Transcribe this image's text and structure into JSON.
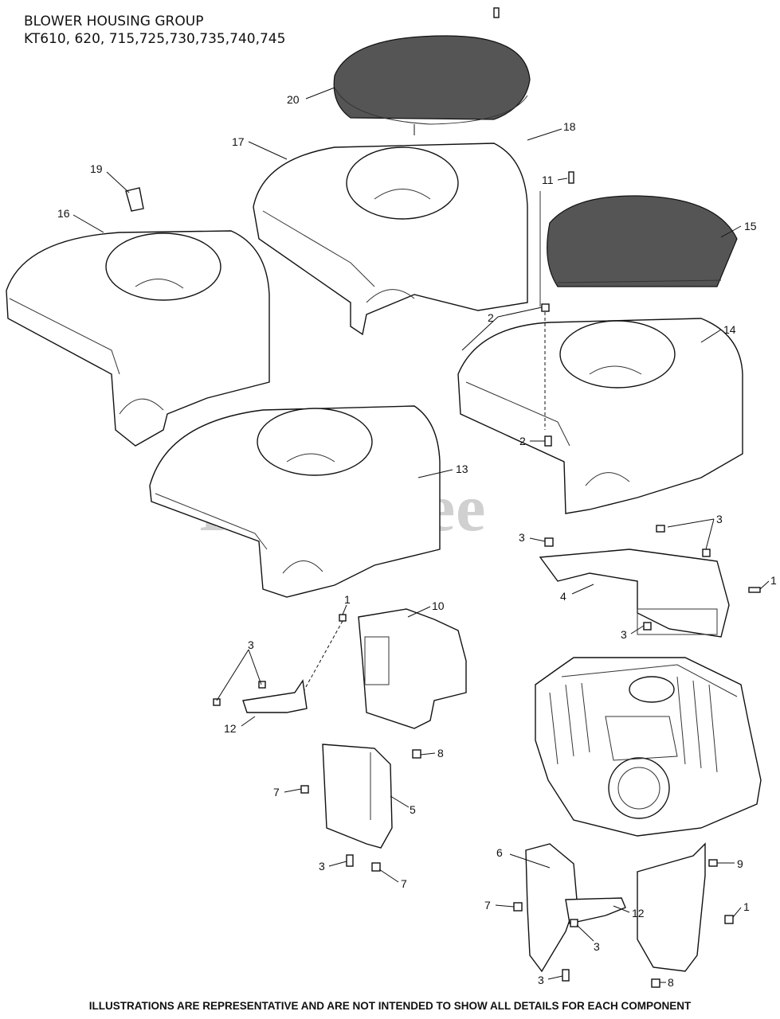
{
  "header": {
    "title": "BLOWER HOUSING GROUP",
    "models": "KT610, 620, 715,725,730,735,740,745"
  },
  "watermark": {
    "text": "PartsTree",
    "tm": "™"
  },
  "callouts": {
    "c20": "20",
    "c17": "17",
    "c18": "18",
    "c19": "19",
    "c11": "11",
    "c16": "16",
    "c15": "15",
    "c2a": "2",
    "c14": "14",
    "c2b": "2",
    "c13": "13",
    "c3a": "3",
    "c3b": "3",
    "c1a": "1",
    "c4": "4",
    "c3c": "3",
    "c1b": "1",
    "c10": "10",
    "c3d": "3",
    "c12a": "12",
    "c8a": "8",
    "c7a": "7",
    "c5": "5",
    "c3e": "3",
    "c7b": "7",
    "c6": "6",
    "c9": "9",
    "c7c": "7",
    "c12b": "12",
    "c1c": "1",
    "c3f": "3",
    "c3g": "3",
    "c8b": "8"
  },
  "footer": {
    "disclaimer": "ILLUSTRATIONS ARE REPRESENTATIVE AND ARE NOT INTENDED TO SHOW ALL DETAILS FOR EACH COMPONENT"
  }
}
